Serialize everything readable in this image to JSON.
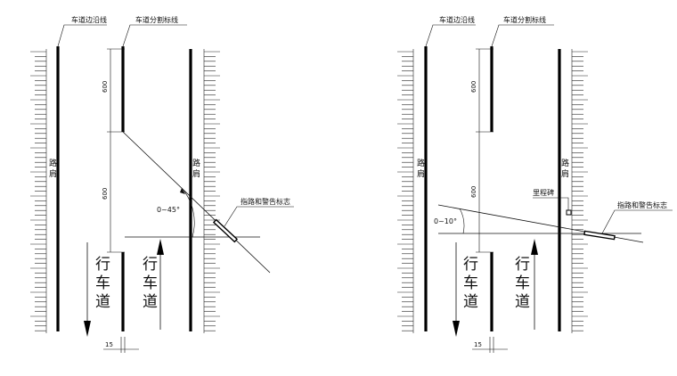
{
  "panels": [
    {
      "id": "left",
      "edge_line_label": "车道边沿线",
      "divider_line_label": "车道分割标线",
      "shoulder_left": [
        "路",
        "肩"
      ],
      "shoulder_right": [
        "路",
        "肩"
      ],
      "dim_upper": "600",
      "dim_lower": "600",
      "angle_label": "0~45°",
      "sign_label": "指路和警告标志",
      "lane_left": [
        "行",
        "车",
        "道"
      ],
      "lane_right": [
        "行",
        "车",
        "道"
      ],
      "width_label": "15"
    },
    {
      "id": "right",
      "edge_line_label": "车道边沿线",
      "divider_line_label": "车道分割标线",
      "shoulder_left": [
        "路",
        "肩"
      ],
      "shoulder_right": [
        "路",
        "肩"
      ],
      "dim_upper": "600",
      "dim_lower": "600",
      "angle_label": "0~10°",
      "milepost_label": "里程碑",
      "sign_label": "指路和警告标志",
      "lane_left": [
        "行",
        "车",
        "道"
      ],
      "lane_right": [
        "行",
        "车",
        "道"
      ],
      "width_label": "15"
    }
  ]
}
